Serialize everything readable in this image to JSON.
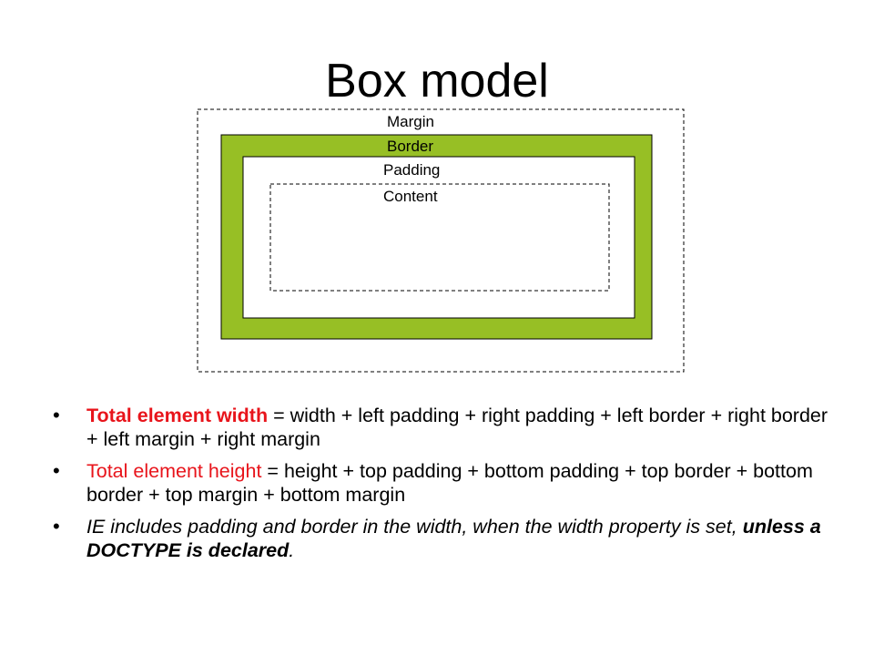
{
  "slide": {
    "title": "Box model"
  },
  "diagram": {
    "margin_label": "Margin",
    "border_label": "Border",
    "padding_label": "Padding",
    "content_label": "Content",
    "border_color": "#97bf25"
  },
  "bullets": [
    {
      "term": "Total element width",
      "text": " = width + left padding + right padding + left border + right border + left margin + right margin"
    },
    {
      "term": "Total element height",
      "text": " = height + top padding + bottom padding + top border + bottom border + top margin + bottom margin"
    },
    {
      "text_a": "IE includes padding and border in the width, when the width property is set, ",
      "emphasis": "unless a DOCTYPE is declared",
      "text_b": "."
    }
  ]
}
